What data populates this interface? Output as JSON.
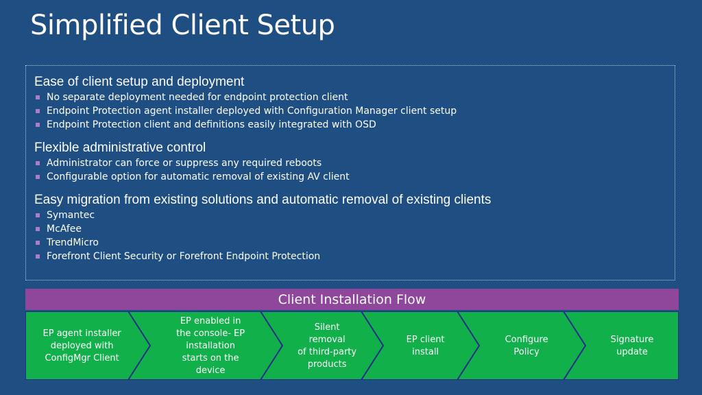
{
  "title": "Simplified Client Setup",
  "sections": [
    {
      "heading": "Ease of client setup and deployment",
      "items": [
        "No separate deployment needed for endpoint protection client",
        "Endpoint Protection agent installer deployed with Configuration Manager client setup",
        "Endpoint Protection client and definitions easily integrated with OSD"
      ]
    },
    {
      "heading": "Flexible administrative control",
      "items": [
        "Administrator can force or suppress any required reboots",
        "Configurable option for automatic removal of existing AV client"
      ]
    },
    {
      "heading": "Easy migration from existing solutions and automatic removal of existing clients",
      "items": [
        "Symantec",
        "McAfee",
        "TrendMicro",
        "Forefront Client Security or Forefront Endpoint Protection"
      ]
    }
  ],
  "flow": {
    "title": "Client Installation Flow",
    "steps": [
      [
        "EP agent installer",
        "deployed with",
        "ConfigMgr Client"
      ],
      [
        "EP enabled in",
        "the console- EP",
        "installation",
        "starts on the",
        "device"
      ],
      [
        "Silent",
        "removal",
        "of third-party",
        "products"
      ],
      [
        "EP client",
        "install"
      ],
      [
        "Configure",
        "Policy"
      ],
      [
        "Signature",
        "update"
      ]
    ]
  },
  "colors": {
    "background": "#1f4e82",
    "flow_header": "#8e479b",
    "step_fill": "#12b04a",
    "step_border": "#1e2f8a",
    "bullet": "#b07cc6"
  }
}
